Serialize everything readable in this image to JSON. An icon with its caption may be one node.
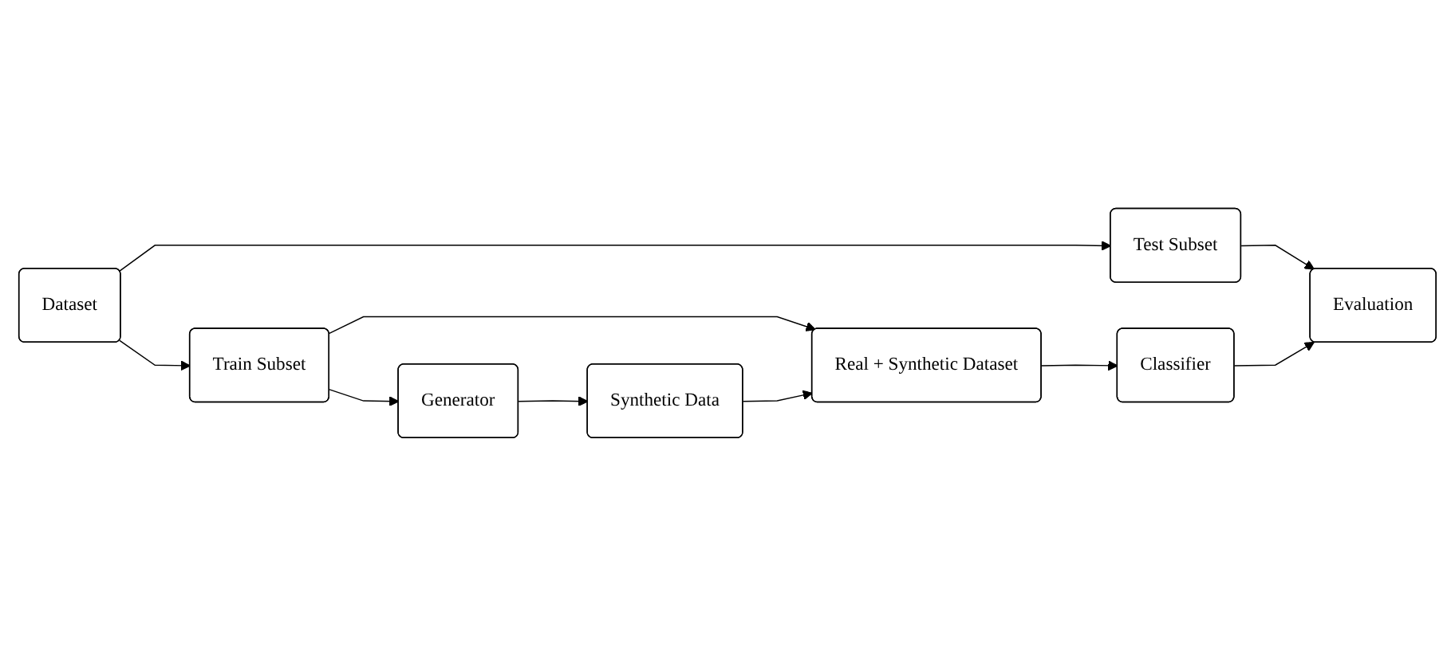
{
  "diagram": {
    "nodes": [
      {
        "text": [
          "Dataset"
        ]
      },
      {
        "text": [
          "Test Subset"
        ]
      },
      {
        "text": [
          "Evaluation"
        ]
      },
      {
        "text": [
          "Train Subset"
        ]
      },
      {
        "text": [
          "Real + Synthetic Dataset"
        ]
      },
      {
        "text": [
          "Classifier"
        ]
      },
      {
        "text": [
          "Generator"
        ]
      },
      {
        "text": [
          "Synthetic Data"
        ]
      }
    ],
    "edges": [
      {
        "from": 0,
        "to": 1,
        "arrow": "to"
      },
      {
        "from": 0,
        "to": 3,
        "arrow": "to"
      },
      {
        "from": 1,
        "to": 2,
        "arrow": "to"
      },
      {
        "from": 3,
        "to": 4,
        "arrow": "to"
      },
      {
        "from": 4,
        "to": 5,
        "arrow": "to"
      },
      {
        "from": 5,
        "to": 2,
        "arrow": "to"
      },
      {
        "from": 3,
        "to": 6,
        "arrow": "to"
      },
      {
        "from": 6,
        "to": 7,
        "arrow": "to"
      },
      {
        "from": 7,
        "to": 4,
        "arrow": "to"
      }
    ]
  }
}
